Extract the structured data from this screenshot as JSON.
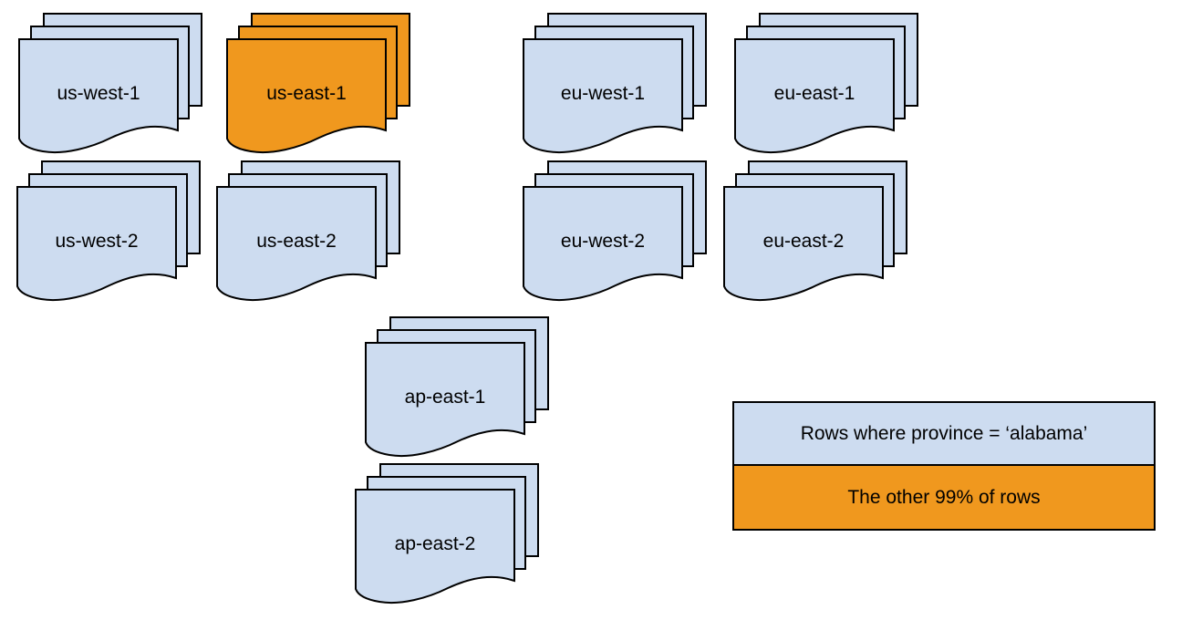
{
  "colors": {
    "document_blue": "#cddcf0",
    "highlight_orange": "#f0981e",
    "outline": "#000000",
    "background": "#ffffff"
  },
  "stacks": [
    {
      "label": "us-west-1",
      "highlighted": false
    },
    {
      "label": "us-east-1",
      "highlighted": true
    },
    {
      "label": "eu-west-1",
      "highlighted": false
    },
    {
      "label": "eu-east-1",
      "highlighted": false
    },
    {
      "label": "us-west-2",
      "highlighted": false
    },
    {
      "label": "us-east-2",
      "highlighted": false
    },
    {
      "label": "eu-west-2",
      "highlighted": false
    },
    {
      "label": "eu-east-2",
      "highlighted": false
    },
    {
      "label": "ap-east-1",
      "highlighted": false
    },
    {
      "label": "ap-east-2",
      "highlighted": false
    }
  ],
  "legend": {
    "items": [
      {
        "label": "Rows where province = ‘alabama’",
        "color": "#cddcf0"
      },
      {
        "label": "The other 99% of rows",
        "color": "#f0981e"
      }
    ]
  }
}
